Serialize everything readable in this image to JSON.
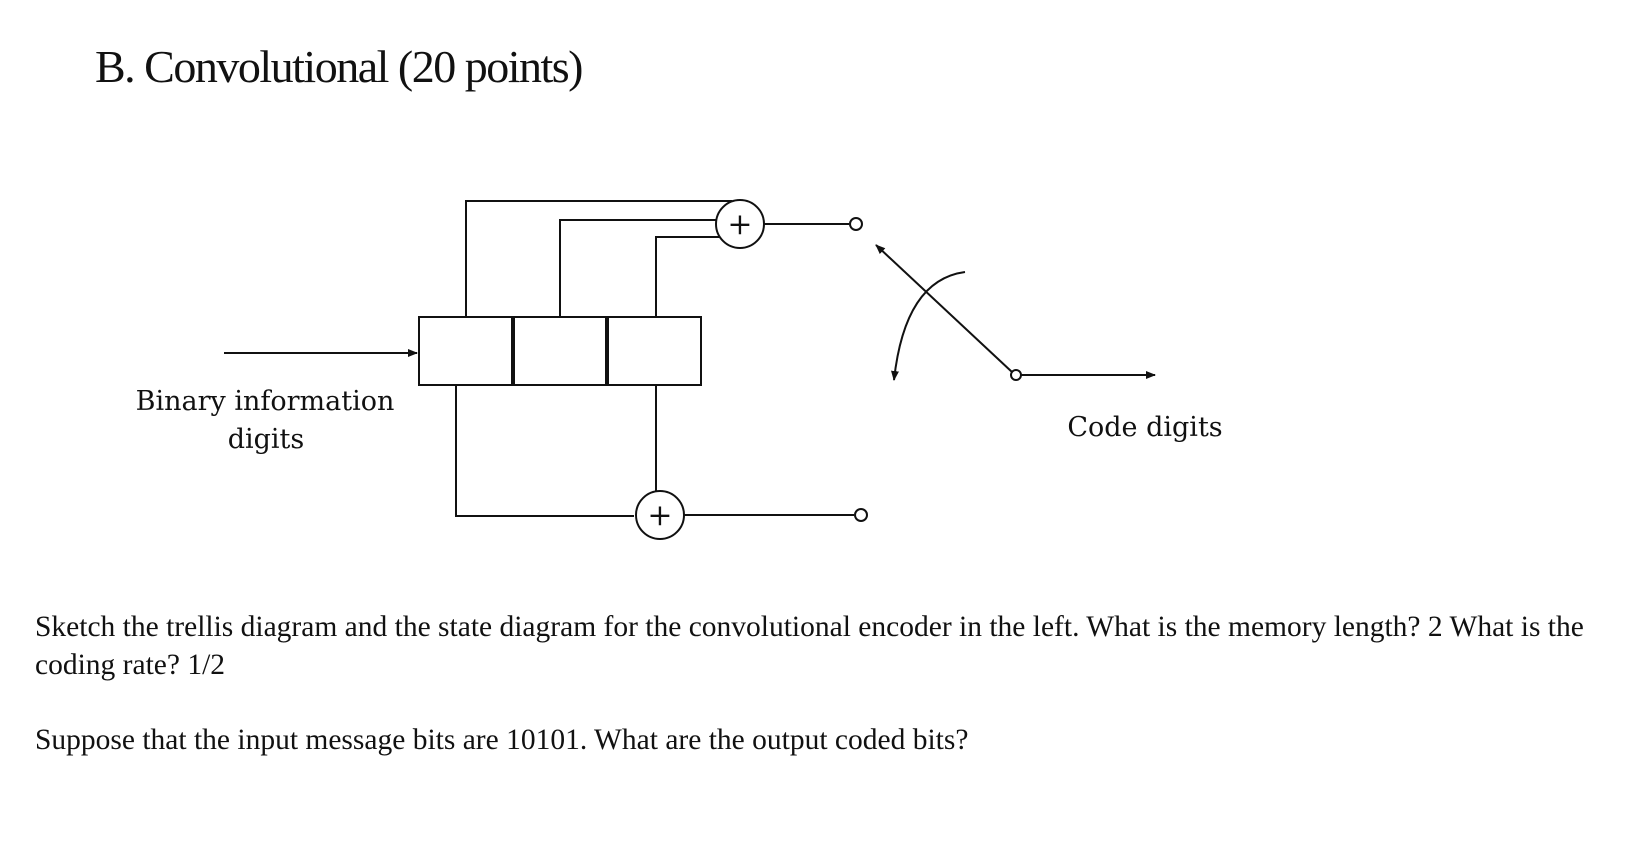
{
  "heading": {
    "title": "B. Convolutional (20 points)"
  },
  "diagram": {
    "input_label_line1": "Binary information",
    "input_label_line2": "digits",
    "output_label": "Code digits",
    "adder_symbol": "+"
  },
  "questions": {
    "q1": "Sketch the trellis diagram and the state diagram for the convolutional encoder in the left. What is the memory length? 2 What is the coding rate? 1/2",
    "q2": "Suppose that the input message bits are 10101. What are the output coded bits?"
  }
}
